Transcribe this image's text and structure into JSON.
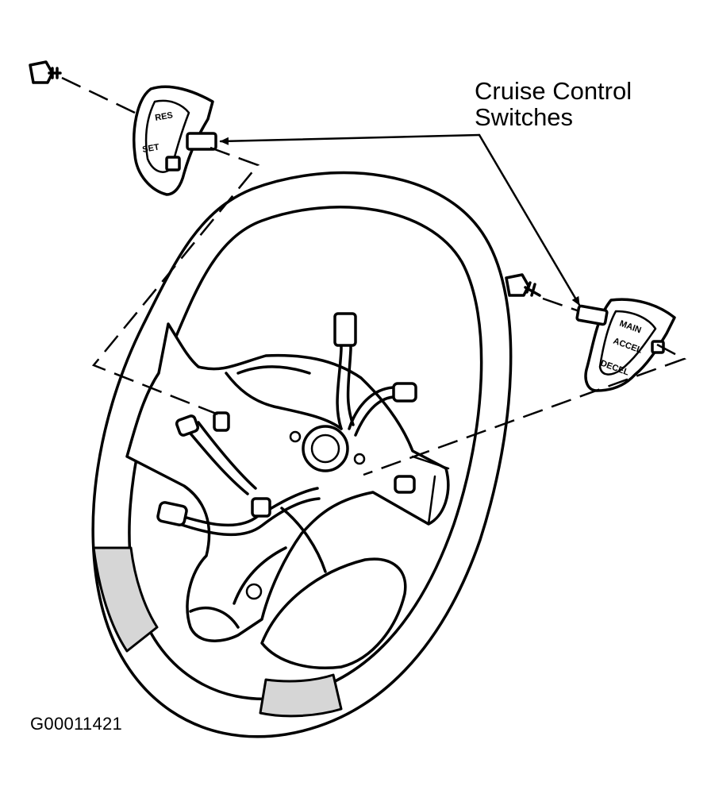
{
  "callout": {
    "line1": "Cruise Control",
    "line2": "Switches"
  },
  "figure_id": "G00011421",
  "left_switch": {
    "button_labels": [
      "RES",
      "SET"
    ]
  },
  "right_switch": {
    "button_labels": [
      "MAIN",
      "ACCEL",
      "DECEL"
    ]
  },
  "colors": {
    "ink": "#000000",
    "background": "#ffffff",
    "grip_shade": "#d6d6d6"
  }
}
